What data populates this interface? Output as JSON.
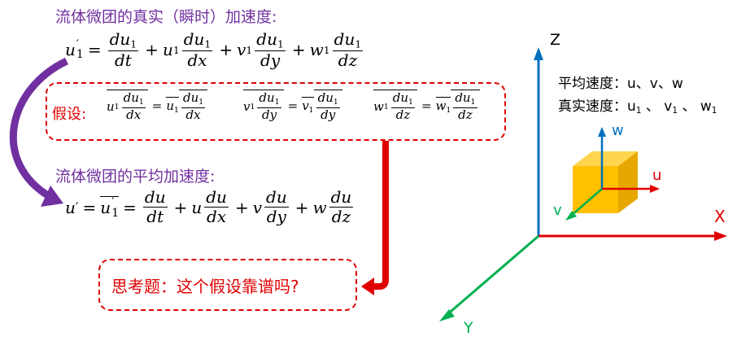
{
  "heading_true_accel": "流体微团的真实（瞬时）加速度:",
  "heading_mean_accel": "流体微团的平均加速度:",
  "assumption_label": "假设:",
  "question_text": "思考题：这个假设靠谱吗?",
  "avg_velocity_text": "平均速度：u、v、w",
  "true_velocity_label": "真实速度：",
  "true_velocity_items": [
    "u",
    "v",
    "w"
  ],
  "true_velocity_sub": "1",
  "true_velocity_sep": "、",
  "axis_labels": {
    "z": "Z",
    "x": "X",
    "y": "Y"
  },
  "vector_labels": {
    "w": "w",
    "u": "u",
    "v": "v"
  },
  "eq_symbols": {
    "d": "d",
    "t": "t",
    "x": "x",
    "y": "y",
    "z": "z",
    "plus": "+",
    "equals": "=",
    "prime": "′",
    "sub1": "1"
  },
  "colors": {
    "purple": "#7030a0",
    "red": "#e00000",
    "blue": "#0070c0",
    "green": "#00b050",
    "cube": "#ffc000"
  }
}
